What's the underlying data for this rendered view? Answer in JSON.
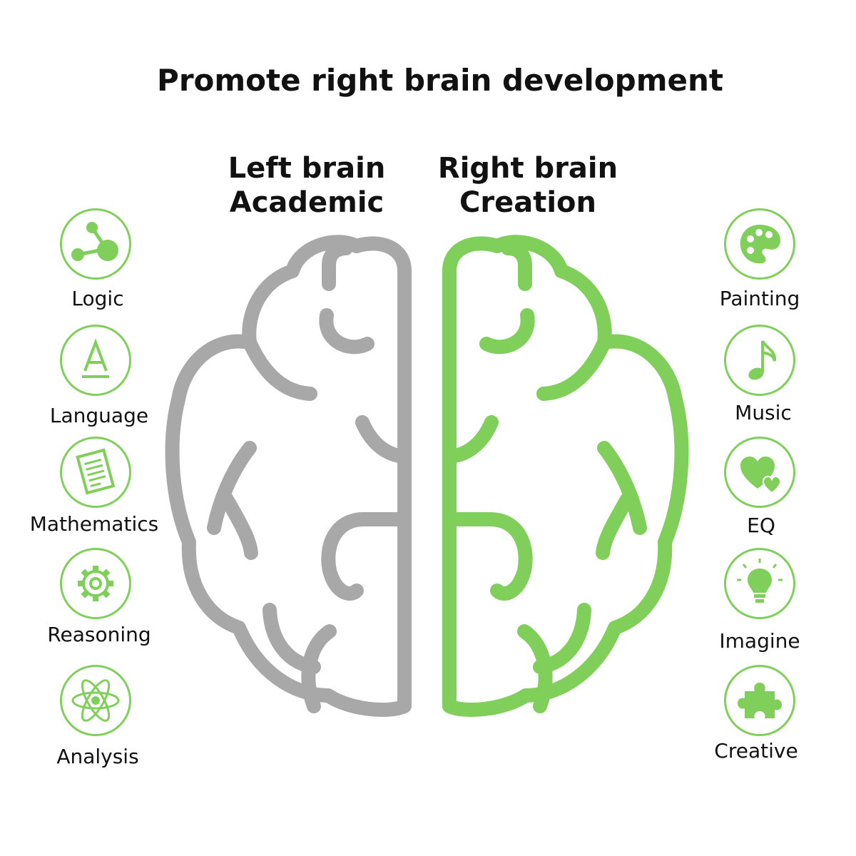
{
  "title": "Promote right brain development",
  "left": {
    "heading_line1": "Left brain",
    "heading_line2": "Academic",
    "color": "#a8a8a8",
    "skills": [
      {
        "label": "Logic",
        "icon": "molecule-icon"
      },
      {
        "label": "Language",
        "icon": "letter-a-icon"
      },
      {
        "label": "Mathematics",
        "icon": "document-icon"
      },
      {
        "label": "Reasoning",
        "icon": "gear-icon"
      },
      {
        "label": "Analysis",
        "icon": "atom-icon"
      }
    ]
  },
  "right": {
    "heading_line1": "Right brain",
    "heading_line2": "Creation",
    "color": "#7fcf5a",
    "skills": [
      {
        "label": "Painting",
        "icon": "palette-icon"
      },
      {
        "label": "Music",
        "icon": "music-note-icon"
      },
      {
        "label": "EQ",
        "icon": "hearts-icon"
      },
      {
        "label": "Imagine",
        "icon": "light-bulb-icon"
      },
      {
        "label": "Creative",
        "icon": "puzzle-piece-icon"
      }
    ]
  },
  "icon_color": "#7fcf5a"
}
